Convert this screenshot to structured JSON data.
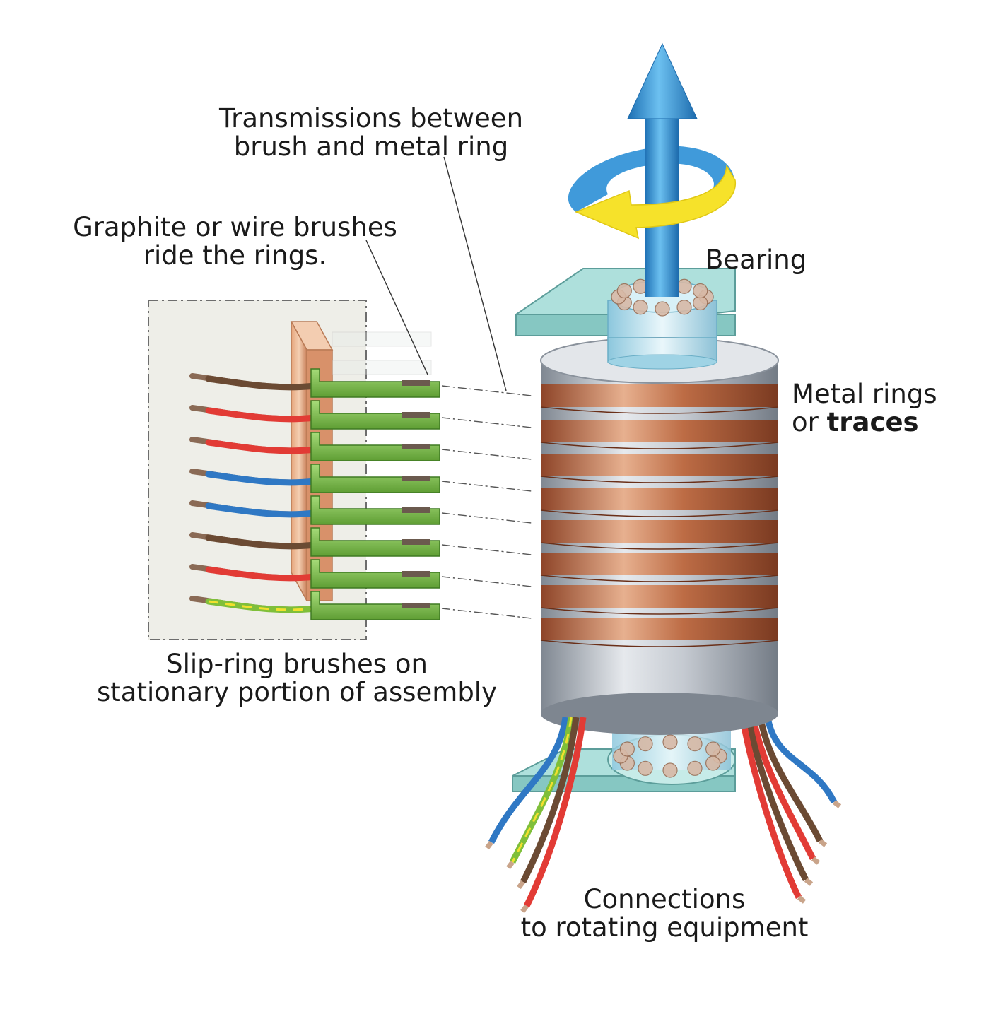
{
  "labels": {
    "transmissions": [
      "Transmissions between",
      "brush and metal ring"
    ],
    "brushes": [
      "Graphite or wire brushes",
      "ride the rings."
    ],
    "bearing": "Bearing",
    "rings_line1": "Metal rings",
    "rings_or": "or ",
    "rings_bold": "traces",
    "stationary": [
      "Slip-ring brushes on",
      "stationary portion of assembly"
    ],
    "connections": [
      "Connections",
      "to rotating equipment"
    ]
  },
  "colors": {
    "copper": "#b4603a",
    "steel": "#c8cdd4",
    "brush_green": "#7cbf4a",
    "arrow_blue": "#2b8fd6",
    "rotation_yellow": "#f6e22a",
    "bearing_plate": "#aee0dc",
    "panel": "#eeeee8"
  },
  "icons": {
    "axis_arrow": "up-arrow-icon",
    "rotation": "rotation-arrow-icon"
  },
  "wires_left": [
    "brown",
    "red",
    "red",
    "blue",
    "blue",
    "brown",
    "red",
    "green-yellow"
  ]
}
